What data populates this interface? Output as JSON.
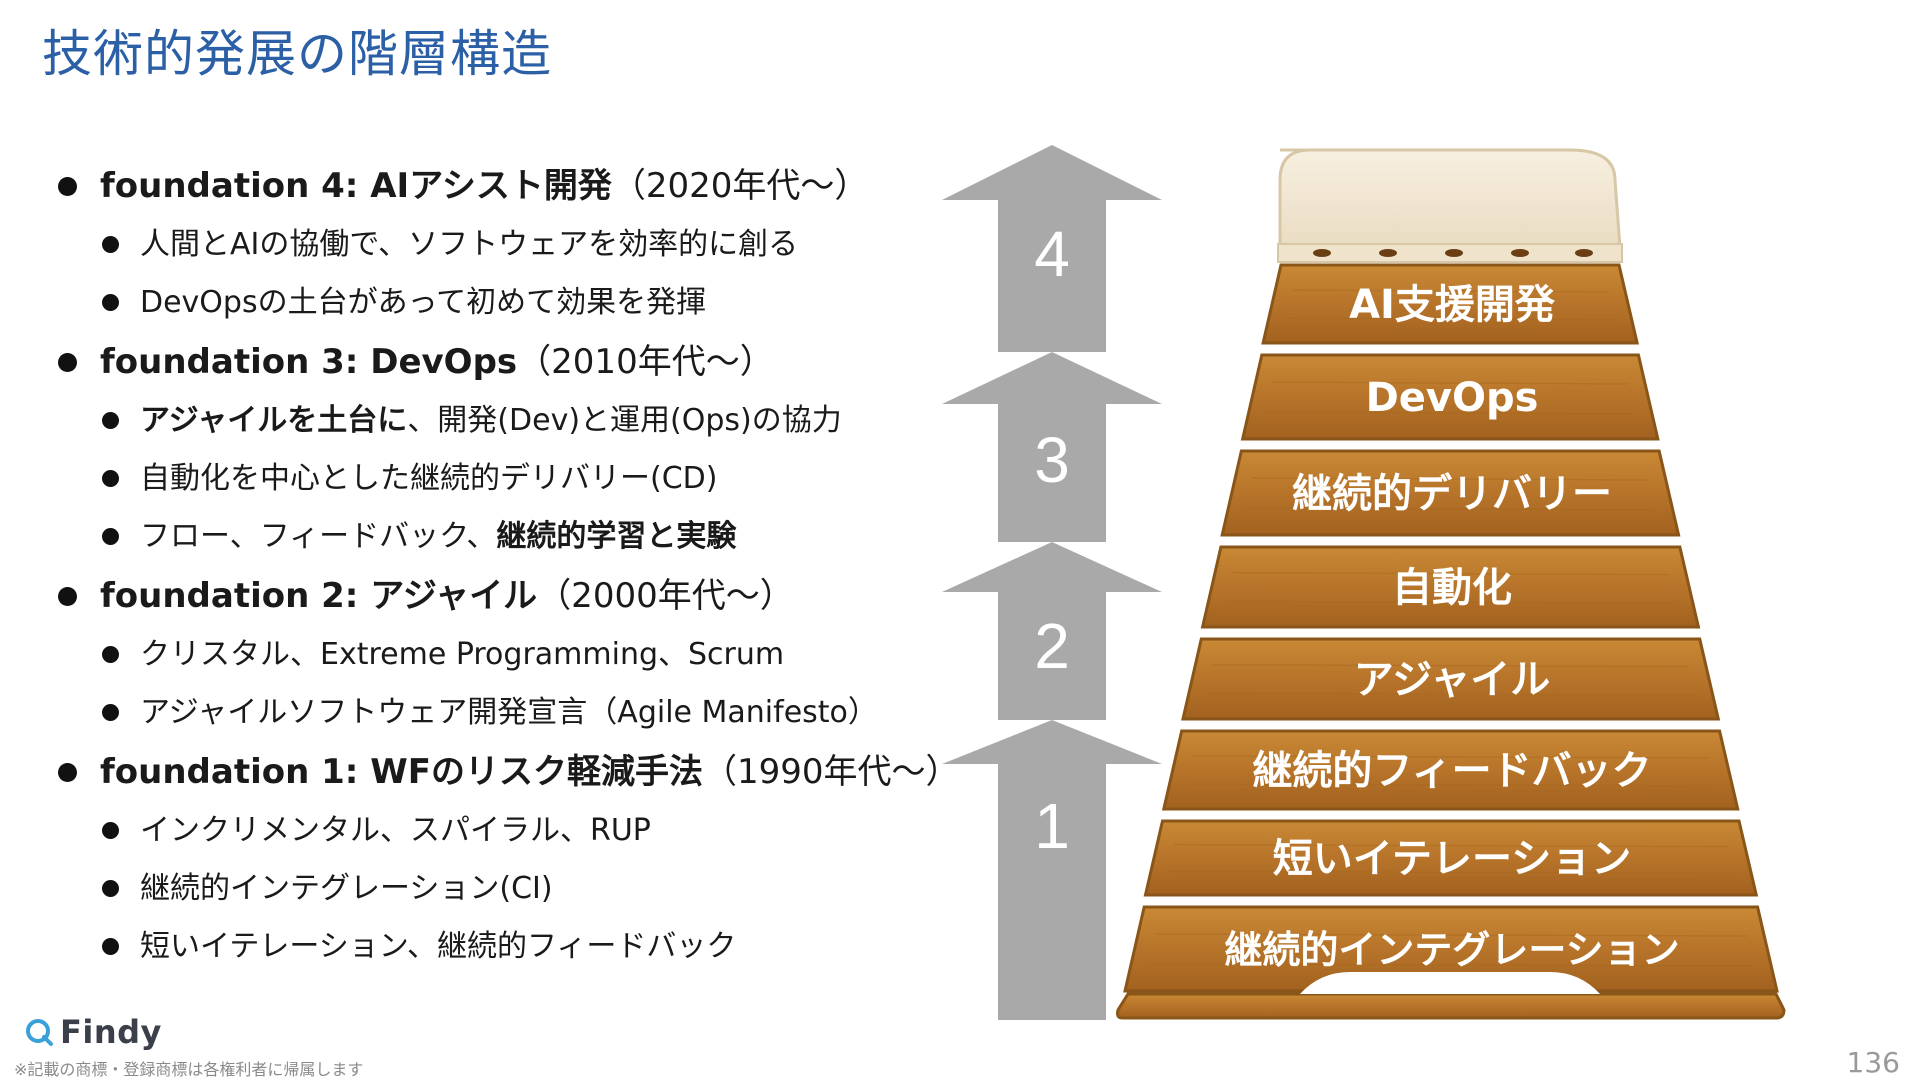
{
  "title": "技術的発展の階層構造",
  "outline": [
    {
      "bold": "foundation 4: AIアシスト開発",
      "normal": "（2020年代〜）",
      "items": [
        {
          "text": "人間とAIの協働で、ソフトウェアを効率的に創る"
        },
        {
          "text": "DevOpsの土台があって初めて効果を発揮"
        }
      ]
    },
    {
      "bold": "foundation 3: DevOps",
      "normal": "（2010年代〜）",
      "items": [
        {
          "bold": "アジャイルを土台に",
          "text": "、開発(Dev)と運用(Ops)の協力"
        },
        {
          "text": "自動化を中心とした継続的デリバリー(CD)"
        },
        {
          "text": "フロー、フィードバック、",
          "bold2": "継続的学習と実験"
        }
      ]
    },
    {
      "bold": "foundation 2: アジャイル",
      "normal": "（2000年代〜）",
      "items": [
        {
          "text": "クリスタル、Extreme Programming、Scrum"
        },
        {
          "text": "アジャイルソフトウェア開発宣言（Agile Manifesto）"
        }
      ]
    },
    {
      "bold": "foundation 1: WFのリスク軽減手法",
      "normal": "（1990年代〜）",
      "items": [
        {
          "text": "インクリメンタル、スパイラル、RUP"
        },
        {
          "text": "継続的インテグレーション(CI)"
        },
        {
          "text": "短いイテレーション、継続的フィードバック"
        }
      ]
    }
  ],
  "arrows": [
    "4",
    "3",
    "2",
    "1"
  ],
  "stack_tiers": [
    "AI支援開発",
    "DevOps",
    "継続的デリバリー",
    "自動化",
    "アジャイル",
    "継続的フィードバック",
    "短いイテレーション",
    "継続的インテグレーション"
  ],
  "colors": {
    "title": "#2b5fa6",
    "arrow": "#a9a9a9",
    "wood": "#b9782d",
    "wood_dark": "#8a5518",
    "cushion": "#f3e8d2"
  },
  "footer": {
    "logo": "Findy",
    "note": "※記載の商標・登録商標は各権利者に帰属します",
    "page": "136"
  }
}
